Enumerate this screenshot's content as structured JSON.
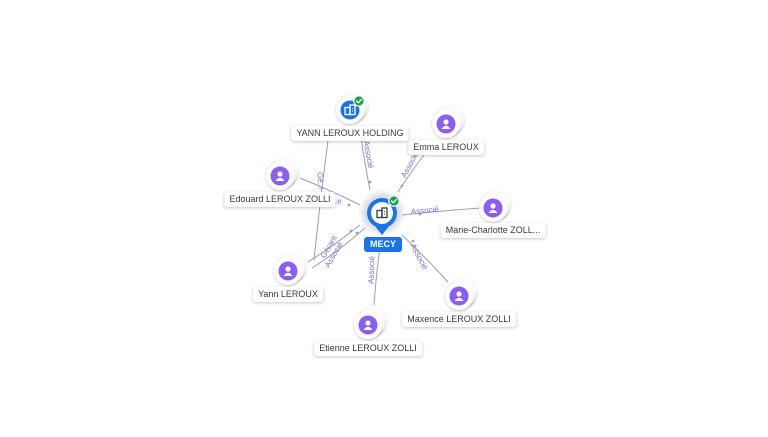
{
  "colors": {
    "person": "#8b5cf6",
    "company": "#1a73e8",
    "verified": "#16a34a",
    "edge": "#9aa0aa",
    "edge_label": "#7b6fd6"
  },
  "center": {
    "label": "MECY",
    "icon": "company-icon",
    "verified": true
  },
  "nodes": [
    {
      "id": "yann_holding",
      "label": "YANN LEROUX HOLDING",
      "type": "company",
      "icon": "company-icon",
      "verified": true
    },
    {
      "id": "emma",
      "label": "Emma LEROUX",
      "type": "person",
      "icon": "person-icon"
    },
    {
      "id": "edouard",
      "label": "Edouard LEROUX ZOLLI",
      "type": "person",
      "icon": "person-icon"
    },
    {
      "id": "marie",
      "label": "Marie-Charlotte ZOLL...",
      "type": "person",
      "icon": "person-icon"
    },
    {
      "id": "yann",
      "label": "Yann LEROUX",
      "type": "person",
      "icon": "person-icon"
    },
    {
      "id": "maxence",
      "label": "Maxence LEROUX ZOLLI",
      "type": "person",
      "icon": "person-icon"
    },
    {
      "id": "etienne",
      "label": "Etienne LEROUX ZOLLI",
      "type": "person",
      "icon": "person-icon"
    }
  ],
  "edges": [
    {
      "from": "yann_holding",
      "to": "center",
      "label": "Associé"
    },
    {
      "from": "emma",
      "to": "center",
      "label": "Associé"
    },
    {
      "from": "edouard",
      "to": "center",
      "label": "...e"
    },
    {
      "from": "yann_holding",
      "to": "yann",
      "label": "Gé..."
    },
    {
      "from": "marie",
      "to": "center",
      "label": "Associé"
    },
    {
      "from": "yann",
      "to": "center",
      "label": "Gérant"
    },
    {
      "from": "yann",
      "to": "center",
      "label": "Associé"
    },
    {
      "from": "maxence",
      "to": "center",
      "label": "Associé"
    },
    {
      "from": "etienne",
      "to": "center",
      "label": "Associé"
    }
  ]
}
